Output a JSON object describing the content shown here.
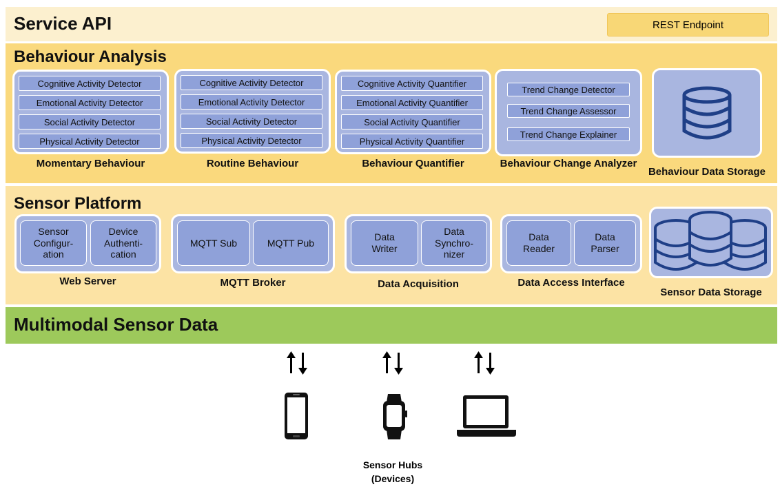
{
  "service_api": {
    "title": "Service API",
    "rest_endpoint": "REST Endpoint"
  },
  "behaviour_analysis": {
    "title": "Behaviour Analysis",
    "modules": [
      {
        "caption": "Momentary Behaviour",
        "items": [
          "Cognitive Activity Detector",
          "Emotional Activity Detector",
          "Social Activity Detector",
          "Physical Activity Detector"
        ]
      },
      {
        "caption": "Routine Behaviour",
        "items": [
          "Cognitive Activity Detector",
          "Emotional Activity Detector",
          "Social Activity Detector",
          "Physical Activity Detector"
        ]
      },
      {
        "caption": "Behaviour Quantifier",
        "items": [
          "Cognitive Activity Quantifier",
          "Emotional Activity Quantifier",
          "Social Activity Quantifier",
          "Physical Activity Quantifier"
        ]
      },
      {
        "caption": "Behaviour Change Analyzer",
        "items": [
          "Trend Change Detector",
          "Trend Change Assessor",
          "Trend Change Explainer"
        ]
      }
    ],
    "storage": {
      "caption": "Behaviour Data Storage",
      "icon": "database-icon"
    }
  },
  "sensor_platform": {
    "title": "Sensor Platform",
    "modules": [
      {
        "caption": "Web Server",
        "items": [
          "Sensor\nConfigur-\nation",
          "Device\nAuthenti-\ncation"
        ]
      },
      {
        "caption": "MQTT Broker",
        "items": [
          "MQTT Sub",
          "MQTT Pub"
        ]
      },
      {
        "caption": "Data Acquisition",
        "items": [
          "Data\nWriter",
          "Data\nSynchro-\nnizer"
        ]
      },
      {
        "caption": "Data Access Interface",
        "items": [
          "Data\nReader",
          "Data\nParser"
        ]
      }
    ],
    "storage": {
      "caption": "Sensor Data Storage",
      "icon": "multi-database-icon"
    }
  },
  "multimodal": {
    "title": "Multimodal Sensor Data"
  },
  "devices": {
    "icons": [
      "smartphone-icon",
      "smartwatch-icon",
      "laptop-icon"
    ],
    "caption_line1": "Sensor Hubs",
    "caption_line2": "(Devices)"
  }
}
